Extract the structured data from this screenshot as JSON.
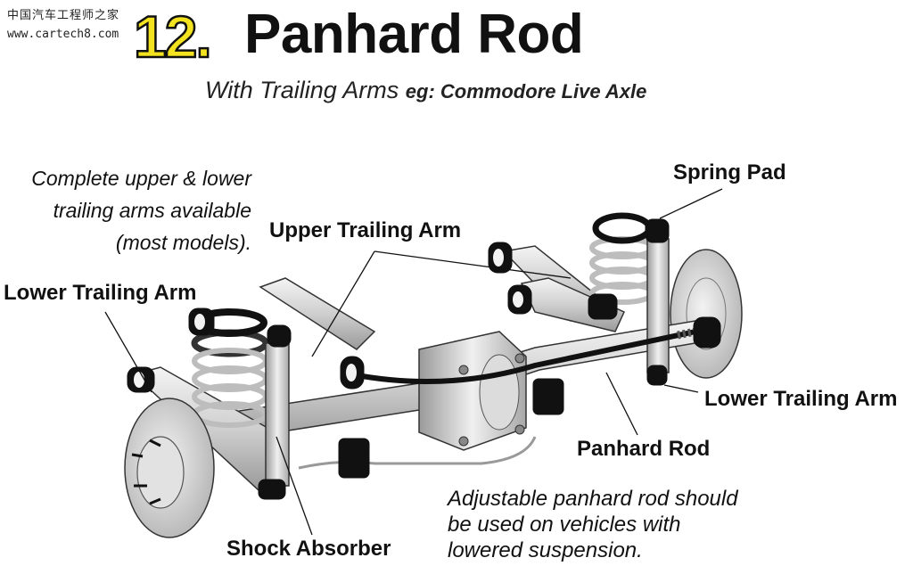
{
  "watermark": {
    "site_cn": "中国汽车工程师之家",
    "url": "www.cartech8.com"
  },
  "header": {
    "number": "12.",
    "title": "Panhard Rod",
    "subtitle": "With Trailing Arms",
    "subtitle_eg": "eg: Commodore Live Axle"
  },
  "notes": {
    "left": [
      "Complete upper & lower",
      "trailing arms available",
      "(most models)."
    ],
    "right": [
      "Adjustable panhard rod should",
      "be used on vehicles with",
      "lowered suspension."
    ]
  },
  "labels": {
    "spring_pad": "Spring Pad",
    "upper_trailing_arm": "Upper Trailing Arm",
    "lower_trailing_arm_left": "Lower Trailing Arm",
    "lower_trailing_arm_right": "Lower Trailing Arm",
    "panhard_rod": "Panhard Rod",
    "shock_absorber": "Shock Absorber"
  },
  "colors": {
    "number_fill": "#f2e21f",
    "text": "#111111",
    "metal": "#d9d9d9",
    "bushing": "#111111"
  }
}
